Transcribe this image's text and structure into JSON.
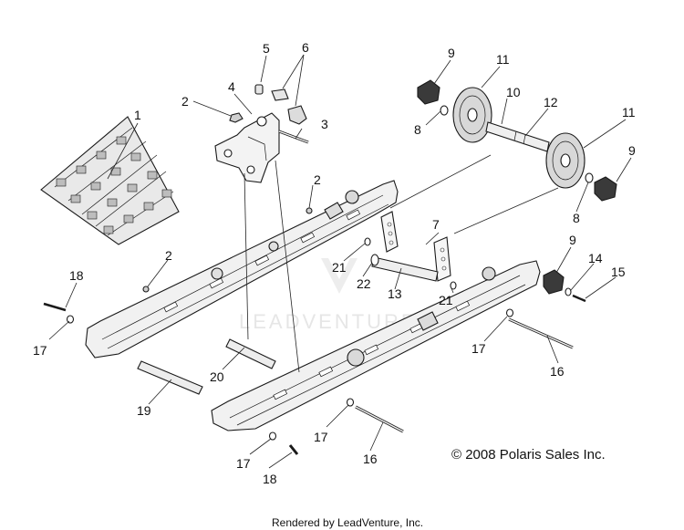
{
  "callouts": [
    {
      "id": "c1",
      "text": "1"
    },
    {
      "id": "c2a",
      "text": "2"
    },
    {
      "id": "c2b",
      "text": "2"
    },
    {
      "id": "c2c",
      "text": "2"
    },
    {
      "id": "c3",
      "text": "3"
    },
    {
      "id": "c4",
      "text": "4"
    },
    {
      "id": "c5",
      "text": "5"
    },
    {
      "id": "c6",
      "text": "6"
    },
    {
      "id": "c7",
      "text": "7"
    },
    {
      "id": "c8a",
      "text": "8"
    },
    {
      "id": "c8b",
      "text": "8"
    },
    {
      "id": "c9a",
      "text": "9"
    },
    {
      "id": "c9b",
      "text": "9"
    },
    {
      "id": "c9c",
      "text": "9"
    },
    {
      "id": "c10",
      "text": "10"
    },
    {
      "id": "c11a",
      "text": "11"
    },
    {
      "id": "c11b",
      "text": "11"
    },
    {
      "id": "c12",
      "text": "12"
    },
    {
      "id": "c13",
      "text": "13"
    },
    {
      "id": "c14",
      "text": "14"
    },
    {
      "id": "c15",
      "text": "15"
    },
    {
      "id": "c16a",
      "text": "16"
    },
    {
      "id": "c16b",
      "text": "16"
    },
    {
      "id": "c17a",
      "text": "17"
    },
    {
      "id": "c17b",
      "text": "17"
    },
    {
      "id": "c17c",
      "text": "17"
    },
    {
      "id": "c17d",
      "text": "17"
    },
    {
      "id": "c18a",
      "text": "18"
    },
    {
      "id": "c18b",
      "text": "18"
    },
    {
      "id": "c19",
      "text": "19"
    },
    {
      "id": "c20",
      "text": "20"
    },
    {
      "id": "c21a",
      "text": "21"
    },
    {
      "id": "c21b",
      "text": "21"
    },
    {
      "id": "c22",
      "text": "22"
    }
  ],
  "copyright": "© 2008 Polaris Sales Inc.",
  "footer": "Rendered by LeadVenture, Inc.",
  "watermark": "LEADVENTURE",
  "colors": {
    "ink": "#1a1a1a",
    "rail": "#f1f1f1",
    "watermark": "#e4e4e4"
  }
}
